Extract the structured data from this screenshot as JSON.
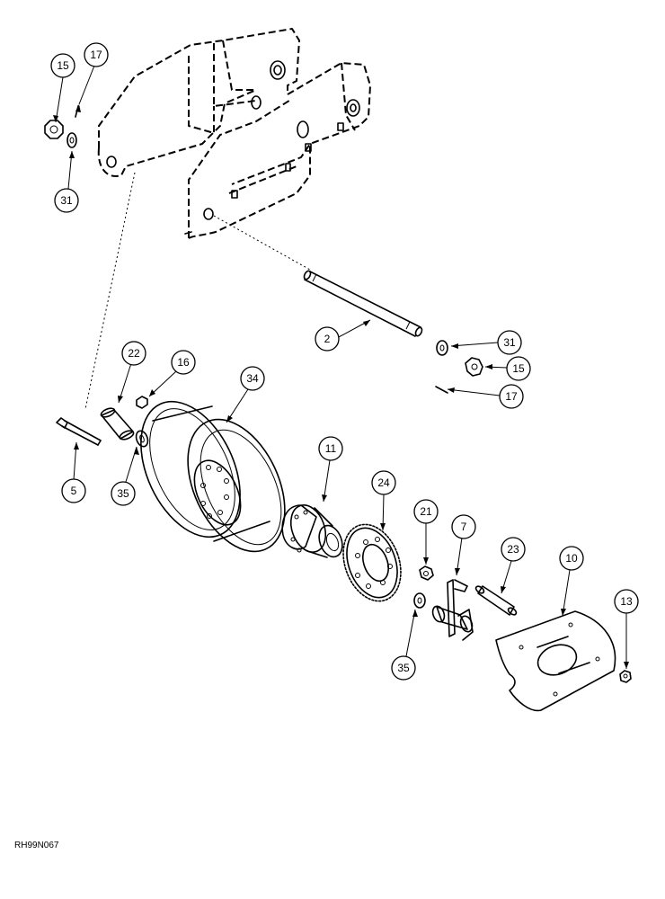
{
  "drawing_code": "RH99N067",
  "callouts": {
    "c15a": "15",
    "c17a": "17",
    "c31a": "31",
    "c2": "2",
    "c31b": "31",
    "c15b": "15",
    "c17b": "17",
    "c22": "22",
    "c16": "16",
    "c34": "34",
    "c5": "5",
    "c35a": "35",
    "c11": "11",
    "c24": "24",
    "c21": "21",
    "c7": "7",
    "c23": "23",
    "c10": "10",
    "c13": "13",
    "c35b": "35"
  }
}
